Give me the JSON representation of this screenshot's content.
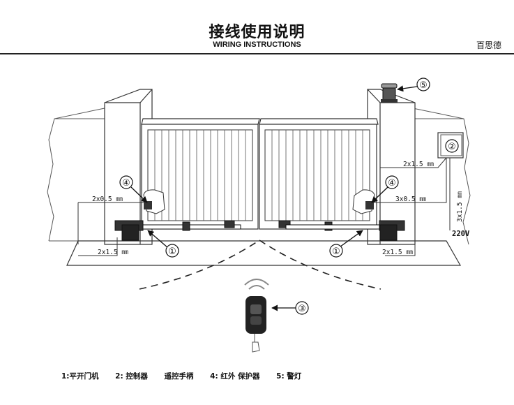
{
  "header": {
    "title_cn": "接线使用说明",
    "title_en": "WIRING INSTRUCTIONS",
    "brand": "百思德"
  },
  "wires": {
    "left_top": "2x0.5 ㎜",
    "left_bottom": "2x1.5 ㎜",
    "right_top": "3x0.5 ㎜",
    "right_bottom": "2x1.5 ㎜",
    "control_box": "2x1.5 ㎜",
    "vertical": "3x1.5 ㎜",
    "voltage": "220V"
  },
  "callouts": [
    "①",
    "①",
    "②",
    "③",
    "④",
    "④",
    "⑤"
  ],
  "legend": [
    "1:平开门机",
    "2:  控制器",
    "遥控手柄",
    "4:  红外 保护器",
    "5:  警灯"
  ]
}
